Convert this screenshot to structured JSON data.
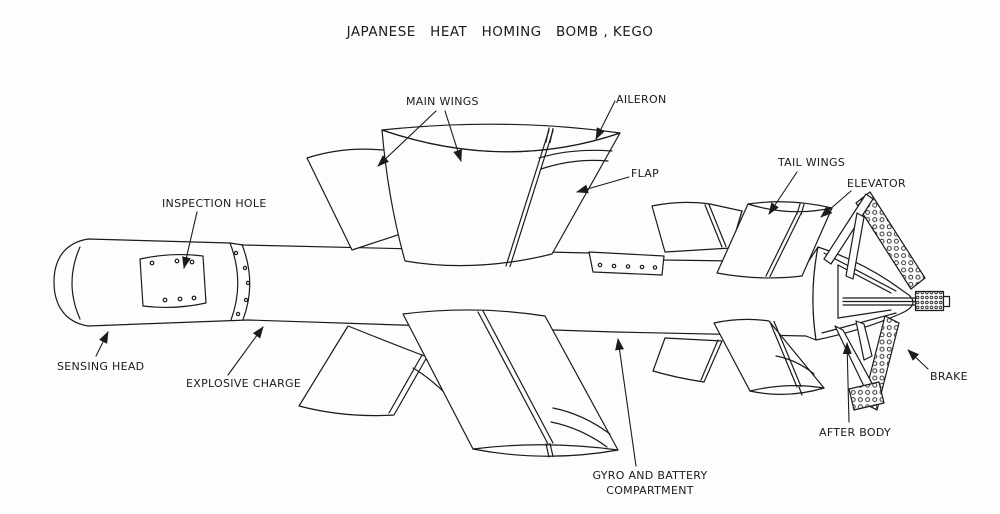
{
  "title": "JAPANESE   HEAT   HOMING   BOMB , KEGO",
  "figure": {
    "type": "labeled cutaway line drawing",
    "subject": "Japanese heat homing bomb (Kego)",
    "line_color": "#1b1b1b",
    "background_color": "#fdfdfd"
  },
  "labels": {
    "main_wings": "MAIN WINGS",
    "aileron": "AILERON",
    "flap": "FLAP",
    "tail_wings": "TAIL WINGS",
    "elevator": "ELEVATOR",
    "inspection_hole": "INSPECTION HOLE",
    "sensing_head": "SENSING HEAD",
    "explosive_charge": "EXPLOSIVE CHARGE",
    "gyro_and_battery_compartment": "GYRO AND BATTERY\nCOMPARTMENT",
    "after_body": "AFTER BODY",
    "brake": "BRAKE"
  }
}
